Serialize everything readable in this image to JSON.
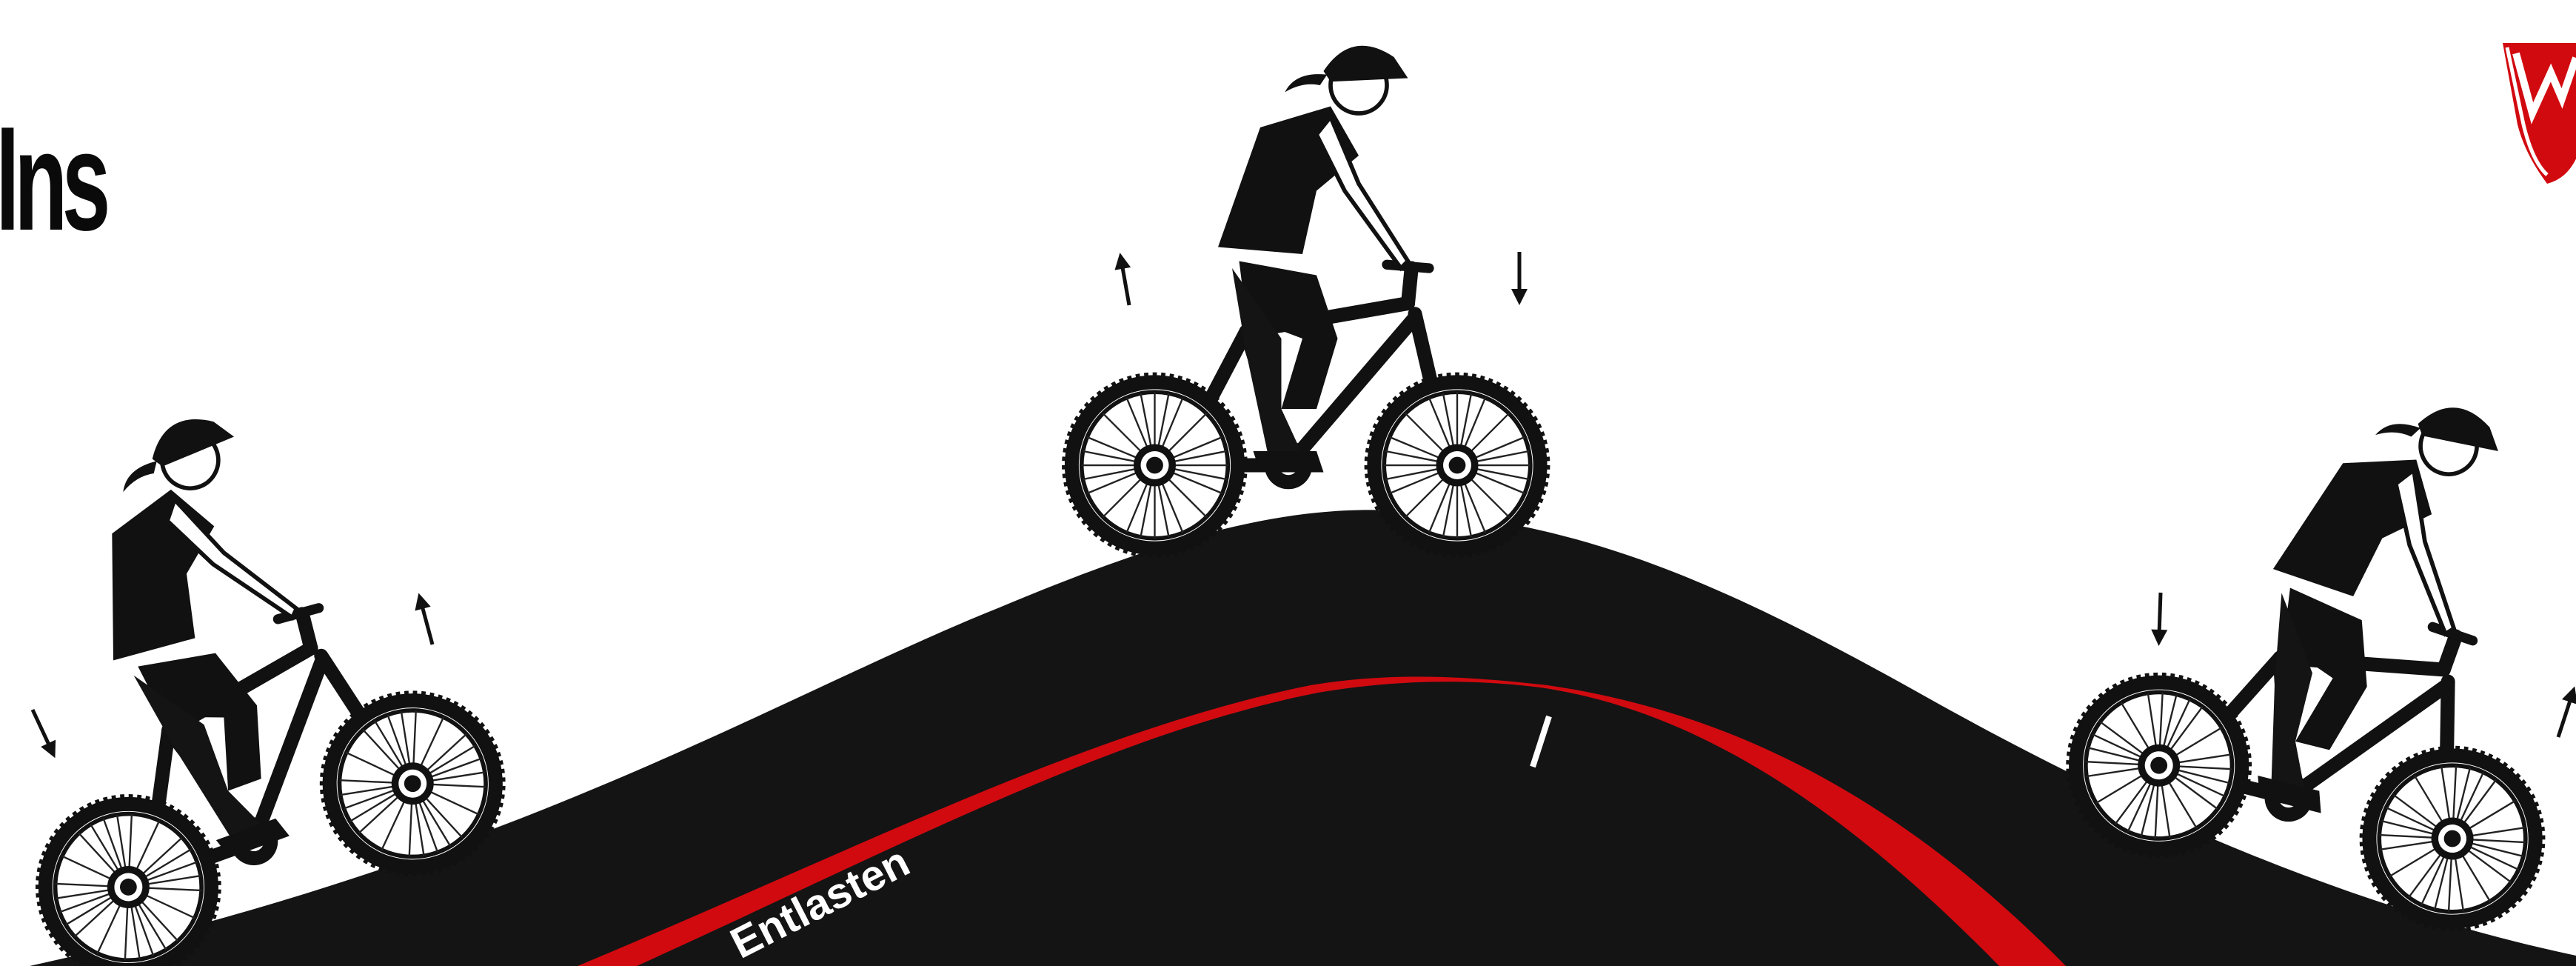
{
  "title_fragment": "lns",
  "track": {
    "label": "Entlasten",
    "hill_color": "#141414",
    "stripe_color": "#d10a10",
    "label_color": "#ffffff"
  },
  "logo": {
    "icon": "shield-mountain-logo-icon",
    "color": "#d10a10"
  },
  "riders": [
    {
      "name": "rider-climbing-left",
      "icon": "mountain-bike-rider-icon"
    },
    {
      "name": "rider-on-crest",
      "icon": "mountain-bike-rider-icon"
    },
    {
      "name": "rider-descending-right",
      "icon": "mountain-bike-rider-icon"
    }
  ],
  "arrows": [
    {
      "name": "arrow-down-left-rider-rear",
      "direction": "down"
    },
    {
      "name": "arrow-up-left-rider-front",
      "direction": "up"
    },
    {
      "name": "arrow-up-crest-rider-rear",
      "direction": "up"
    },
    {
      "name": "arrow-down-crest-rider-front",
      "direction": "down"
    },
    {
      "name": "arrow-down-right-rider-rear",
      "direction": "down"
    },
    {
      "name": "arrow-up-right-rider-front",
      "direction": "up"
    }
  ]
}
